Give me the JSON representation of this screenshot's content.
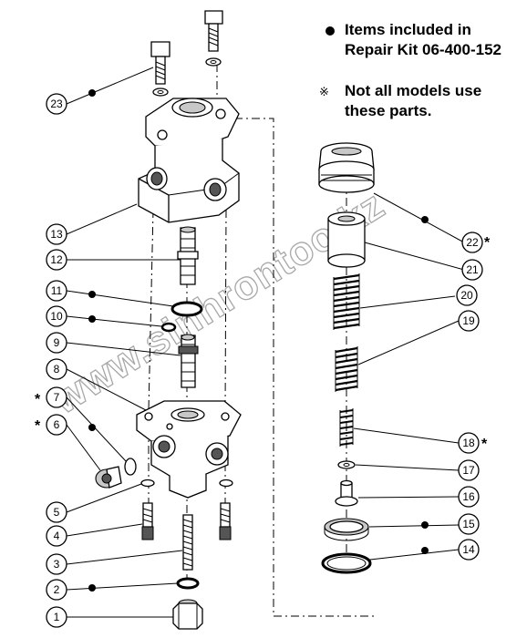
{
  "legend": {
    "bullet_line1": "Items included in",
    "bullet_line2": "Repair Kit 06-400-152",
    "star_symbol": "※",
    "star_line1": "Not all models use",
    "star_line2": "these parts."
  },
  "callouts": [
    {
      "label": "23",
      "dot": true,
      "star": false
    },
    {
      "label": "13",
      "dot": false,
      "star": false
    },
    {
      "label": "12",
      "dot": false,
      "star": false
    },
    {
      "label": "11",
      "dot": true,
      "star": false
    },
    {
      "label": "10",
      "dot": true,
      "star": false
    },
    {
      "label": "9",
      "dot": false,
      "star": false
    },
    {
      "label": "8",
      "dot": false,
      "star": false
    },
    {
      "label": "7",
      "dot": true,
      "star": true
    },
    {
      "label": "6",
      "dot": false,
      "star": true
    },
    {
      "label": "5",
      "dot": false,
      "star": false
    },
    {
      "label": "4",
      "dot": false,
      "star": false
    },
    {
      "label": "3",
      "dot": false,
      "star": false
    },
    {
      "label": "2",
      "dot": true,
      "star": false
    },
    {
      "label": "1",
      "dot": false,
      "star": false
    },
    {
      "label": "22",
      "dot": true,
      "star": true
    },
    {
      "label": "21",
      "dot": false,
      "star": false
    },
    {
      "label": "20",
      "dot": false,
      "star": false
    },
    {
      "label": "19",
      "dot": false,
      "star": false
    },
    {
      "label": "18",
      "dot": false,
      "star": true
    },
    {
      "label": "17",
      "dot": false,
      "star": false
    },
    {
      "label": "16",
      "dot": false,
      "star": false
    },
    {
      "label": "15",
      "dot": true,
      "star": false
    },
    {
      "label": "14",
      "dot": true,
      "star": false
    }
  ],
  "callout_star": "*",
  "watermark": "www.sinhrontoo.kz"
}
